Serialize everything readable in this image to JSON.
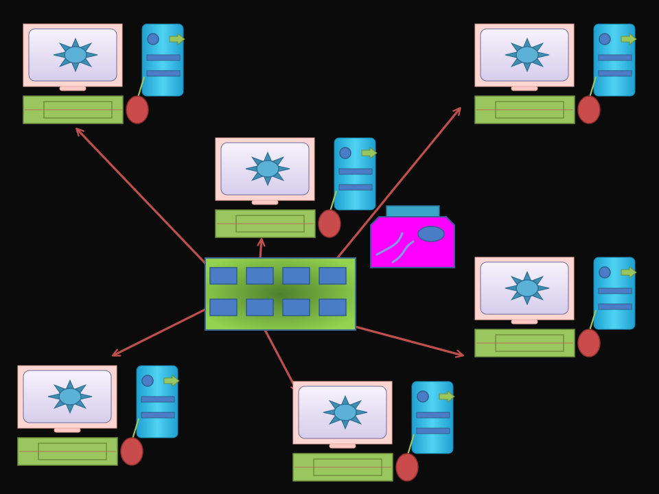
{
  "diagram": {
    "type": "network-topology",
    "hub": {
      "kind": "network-switch",
      "ports": 8
    },
    "peripheral": {
      "kind": "printer"
    },
    "nodes": [
      {
        "id": "computer-top-left",
        "parts": [
          "monitor",
          "tower",
          "keyboard",
          "mouse"
        ]
      },
      {
        "id": "computer-top-right",
        "parts": [
          "monitor",
          "tower",
          "keyboard",
          "mouse"
        ]
      },
      {
        "id": "computer-center",
        "parts": [
          "monitor",
          "tower",
          "keyboard",
          "mouse"
        ]
      },
      {
        "id": "computer-middle-right",
        "parts": [
          "monitor",
          "tower",
          "keyboard",
          "mouse"
        ]
      },
      {
        "id": "computer-bottom-left",
        "parts": [
          "monitor",
          "tower",
          "keyboard",
          "mouse"
        ]
      },
      {
        "id": "computer-bottom-center",
        "parts": [
          "monitor",
          "tower",
          "keyboard",
          "mouse"
        ]
      }
    ],
    "links": [
      {
        "from": "hub",
        "to": "computer-top-left"
      },
      {
        "from": "hub",
        "to": "computer-center"
      },
      {
        "from": "hub",
        "to": "computer-top-right"
      },
      {
        "from": "hub",
        "to": "computer-bottom-left"
      },
      {
        "from": "hub",
        "to": "computer-bottom-center"
      },
      {
        "from": "hub",
        "to": "computer-middle-right"
      }
    ],
    "icons": {
      "wallpaper": "gear-icon",
      "tower_button": "arrow-right-icon"
    },
    "colors": {
      "background": "#0b0b0b",
      "monitor_frame": "#fdd6d2",
      "monitor_screen": "#e4dcf2",
      "gear": "#3f8fb3",
      "tower": "#2fb8e0",
      "keyboard": "#9ac660",
      "mouse": "#c94b4b",
      "switch": "#7fc443",
      "port": "#4b7dc6",
      "printer": "#ff00ff",
      "arrow": "#c0504d"
    }
  }
}
